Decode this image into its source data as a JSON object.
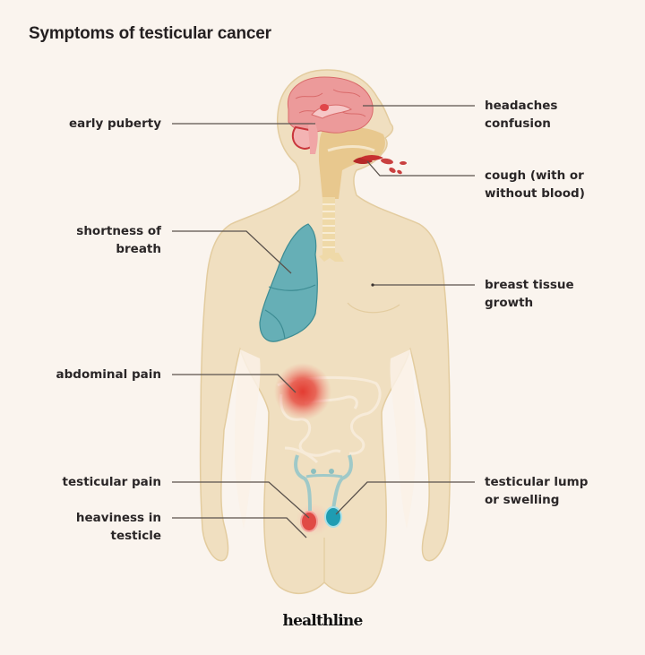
{
  "title": "Symptoms of testicular cancer",
  "brand": "healthline",
  "colors": {
    "background": "#faf4ee",
    "skin": "#f0dfc0",
    "skin_outline": "#e3cc9f",
    "brain": "#ec9a9a",
    "lung": "#64b0b8",
    "pain_red": "#e03a32",
    "lump_teal": "#1f9cb2",
    "leader_line": "#5a524c"
  },
  "labels": {
    "left": [
      {
        "id": "early-puberty",
        "text": "early puberty"
      },
      {
        "id": "shortness-of-breath",
        "text": "shortness of\nbreath"
      },
      {
        "id": "abdominal-pain",
        "text": "abdominal pain"
      },
      {
        "id": "testicular-pain",
        "text": "testicular pain"
      },
      {
        "id": "heaviness-in-testicle",
        "text": "heaviness in\ntesticle"
      }
    ],
    "right": [
      {
        "id": "headaches-confusion",
        "text": "headaches\nconfusion"
      },
      {
        "id": "cough",
        "text": "cough (with or\nwithout blood)"
      },
      {
        "id": "breast-tissue-growth",
        "text": "breast tissue\ngrowth"
      },
      {
        "id": "testicular-lump",
        "text": "testicular lump\nor swelling"
      }
    ]
  }
}
